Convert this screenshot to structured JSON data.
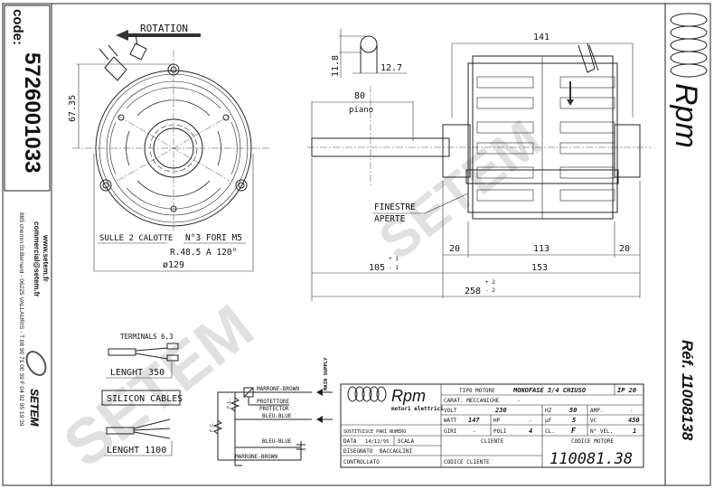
{
  "sidebar_left": {
    "code_label": "code:",
    "code_value": "5726001033",
    "website": "www.setem.fr",
    "email": "commercial@setem.fr",
    "address": "885 chemin St.Bernard  -  06225 VALLAURIS  -  T 08 90 71 00 39  F 04 92 95 19 39",
    "logo_text": "SETEM"
  },
  "sidebar_right": {
    "brand": "Rpm",
    "ref": "Réf. 11008138"
  },
  "front_view": {
    "rotation_label": "ROTATION",
    "dim_height": "67.35",
    "note_left": "SULLE 2 CALOTTE",
    "note_holes": "N°3 FORI M5",
    "note_radius": "R.48.5 A 120°",
    "dim_diameter": "ø129"
  },
  "side_view": {
    "shaft_dim_a": "11.8",
    "shaft_dim_b": "12.7",
    "dim_flat": "80",
    "flat_label": "piano",
    "dim_top": "141",
    "windows_label_1": "FINESTRE",
    "windows_label_2": "APERTE",
    "dim_left_20": "20",
    "dim_113": "113",
    "dim_right_20": "20",
    "dim_105": "105",
    "tol_105_plus": "+ 1",
    "tol_105_minus": "- 1",
    "dim_153": "153",
    "dim_258": "258",
    "tol_258_plus": "+ 2",
    "tol_258_minus": "- 2"
  },
  "cables": {
    "terminals": "TERMINALS 6.3",
    "length_1": "LENGHT 350",
    "silicon": "SILICON CABLES",
    "length_2": "LENGHT 1100"
  },
  "wiring": {
    "brown_top": "MARRONE-BROWN",
    "protector_it": "PROTETTORE",
    "protector_en": "PROTECTOR",
    "blue_top": "BLEU-BLUE",
    "main_supply": "MAIN SUPPLY",
    "blue_bottom": "BLEU-BLUE",
    "brown_bottom": "MARRONE-BROWN",
    "coil_1": "F.L.",
    "coil_2": "F.C."
  },
  "title_block": {
    "brand": "Rpm",
    "brand_sub": "motori elettrici",
    "tipo_label": "TIPO MOTORE",
    "tipo_value": "MONOFASE 3/4 CHIUSO",
    "ip": "IP 20",
    "carat_label": "CARAT. MECCANICHE",
    "carat_value": "-",
    "volt_label": "VOLT",
    "volt_value": "230",
    "hz_label": "HZ",
    "hz_value": "50",
    "amp_label": "AMP.",
    "amp_value": "-",
    "watt_label": "WATT",
    "watt_value": "147",
    "hp_label": "HP",
    "hp_value": "-",
    "uf_label": "µF",
    "uf_value": "5",
    "vc_label": "VC",
    "vc_value": "450",
    "giri_label": "GIRI",
    "giri_value": "-",
    "poli_label": "POLI",
    "poli_value": "4",
    "cl_label": "CL.",
    "cl_value": "F",
    "vel_label": "N° VEL.",
    "vel_value": "1",
    "sostituisce": "SOSTITUISCE PARI NUMERO",
    "data_label": "DATA",
    "data_value": "14/12/95",
    "scala": "SCALA",
    "disegnato_label": "DISEGNATO",
    "disegnato_value": "BACCAGLINI",
    "controllato": "CONTROLLATO",
    "cliente": "CLIENTE",
    "codice_cliente": "CODICE CLIENTE",
    "codice_motore_label": "CODICE MOTORE",
    "codice_motore_value": "110081.38"
  },
  "watermark": "SETEM"
}
